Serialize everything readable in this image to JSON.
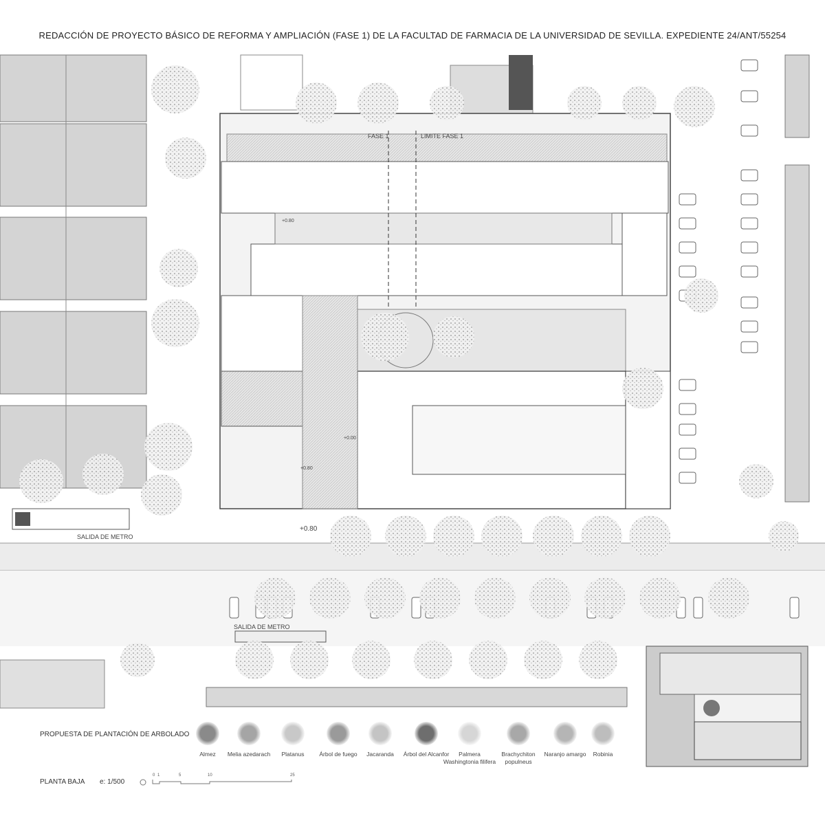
{
  "title": "REDACCIÓN DE PROYECTO BÁSICO DE REFORMA Y AMPLIACIÓN (FASE 1) DE LA FACULTAD DE FARMACIA DE LA UNIVERSIDAD DE SEVILLA. EXPEDIENTE 24/ANT/55254",
  "plan": {
    "fase": "FASE 1",
    "limite": "LIMITE FASE 1",
    "levels": [
      "+0.80",
      "+0.00",
      "+0.80",
      "+0.80"
    ],
    "metro_1": "SALIDA DE METRO",
    "metro_2": "SALIDA DE METRO"
  },
  "legend": {
    "title": "PROPUESTA DE PLANTACIÓN DE ARBOLADO",
    "items": [
      {
        "name": "Almez",
        "color": "#8a8a8a"
      },
      {
        "name": "Melia azedarach",
        "color": "#a5a5a5"
      },
      {
        "name": "Platanus",
        "color": "#c8c8c8"
      },
      {
        "name": "Árbol de fuego",
        "color": "#9a9a9a"
      },
      {
        "name": "Jacaranda",
        "color": "#c4c4c4"
      },
      {
        "name": "Árbol del Alcanfor",
        "color": "#6e6e6e"
      },
      {
        "name": "Palmera Washingtonia filifera",
        "color": "#d6d6d6"
      },
      {
        "name": "Brachychiton populneus",
        "color": "#a8a8a8"
      },
      {
        "name": "Naranjo amargo",
        "color": "#b5b5b5"
      },
      {
        "name": "Robinia",
        "color": "#bdbdbd"
      }
    ]
  },
  "footer": {
    "plan_name": "PLANTA BAJA",
    "scale": "e: 1/500",
    "scale_ticks": [
      "0",
      "1",
      "5",
      "10",
      "25"
    ]
  }
}
